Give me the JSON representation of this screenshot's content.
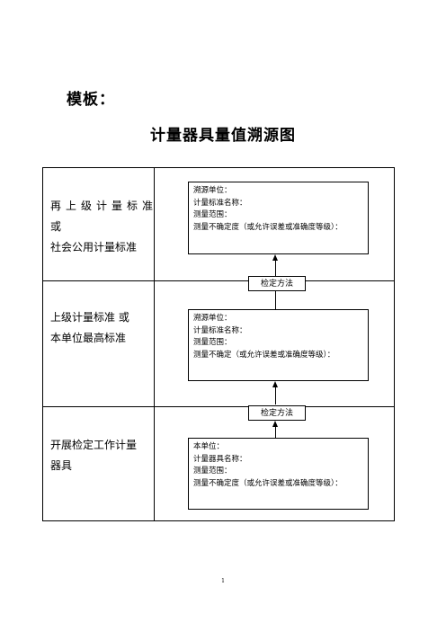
{
  "header": {
    "label": "模板："
  },
  "title": "计量器具量值溯源图",
  "rows": [
    {
      "label_lines": [
        "再上级计量标准",
        "或",
        "社会公用计量标准"
      ]
    },
    {
      "label_lines": [
        "上级计量标准 或",
        "本单位最高标准"
      ]
    },
    {
      "label_lines": [
        "开展检定工作计量",
        "器具"
      ]
    }
  ],
  "boxes": [
    {
      "lines": [
        "溯源单位：",
        "计量标准名称：",
        "测量范围：",
        "测量不确定度（或允许误差或准确度等级）："
      ]
    },
    {
      "lines": [
        "溯源单位：",
        "计量标准名称：",
        "测量范围：",
        "测量不确定（或允许误差或准确度等级）："
      ]
    },
    {
      "lines": [
        "本单位：",
        "计量器具名称：",
        "测量范围：",
        "测量不确定度（或允许误差或准确度等级）："
      ]
    }
  ],
  "methods": [
    "检定方法",
    "检定方法"
  ],
  "page_number": "1"
}
